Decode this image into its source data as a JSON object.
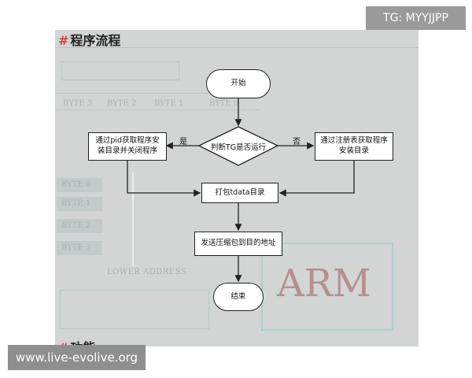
{
  "heading": {
    "hash": "#",
    "text": "程序流程"
  },
  "heading_bottom": {
    "hash": "#",
    "text": "功能"
  },
  "nodes": {
    "start": "开始",
    "decision": "判断TG是否运行",
    "left": "通过pid获取程序安装目录并关闭程序",
    "right": "通过注册表获取程序安装目录",
    "pack": "打包tdata目录",
    "send": "发送压缩包到目的地址",
    "end": "结束"
  },
  "edge_labels": {
    "yes": "是",
    "no": "否"
  },
  "background": {
    "byte_top": [
      "BYTE 3",
      "BYTE 2",
      "BYTE 1",
      "BYTE 0"
    ],
    "byte_left": [
      "BYTE 0",
      "BYTE 1",
      "BYTE 2",
      "BYTE 3"
    ],
    "lower_address": "LOWER ADDRESS",
    "arm": "ARM"
  },
  "watermarks": {
    "tg": "TG: MYYJJPP",
    "site": "www.live-evolive.org"
  },
  "colors": {
    "panel_bg": "#d2d5d4",
    "stroke": "#222222",
    "accent_hash": "#cc4444"
  }
}
